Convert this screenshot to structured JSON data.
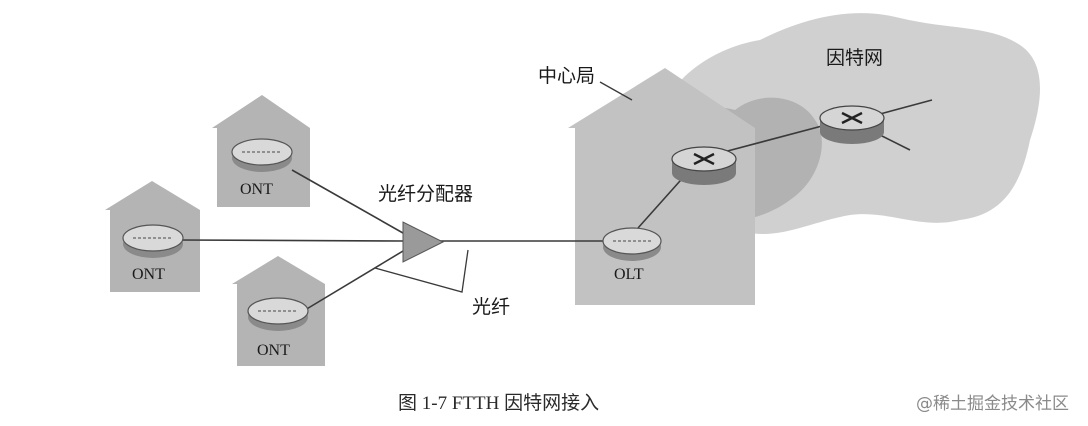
{
  "labels": {
    "central_office": "中心局",
    "internet": "因特网",
    "splitter": "光纤分配器",
    "fiber": "光纤",
    "ont_top": "ONT",
    "ont_left": "ONT",
    "ont_bottom": "ONT",
    "olt": "OLT"
  },
  "caption": "图 1-7   FTTH 因特网接入",
  "watermark": "@稀土掘金技术社区",
  "colors": {
    "house": "#b4b4b4",
    "central_office": "#c2c2c2",
    "cloud": "#d0d0d0",
    "cloud_dark": "#a8a8a8",
    "line": "#3a3a3a",
    "device": "#d9d9d9",
    "splitter": "#9a9a9a"
  }
}
